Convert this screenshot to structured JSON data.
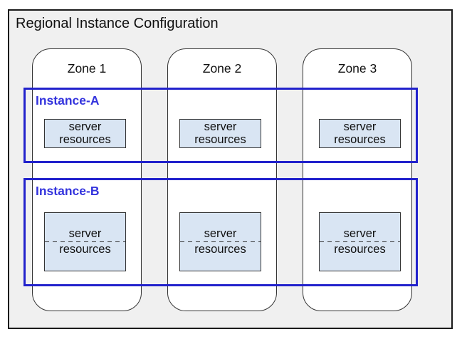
{
  "title": "Regional Instance Configuration",
  "zones": [
    {
      "label": "Zone 1"
    },
    {
      "label": "Zone 2"
    },
    {
      "label": "Zone 3"
    }
  ],
  "instances": [
    {
      "label": "Instance-A"
    },
    {
      "label": "Instance-B"
    }
  ],
  "server_box": {
    "line1": "server",
    "line2": "resources"
  },
  "colors": {
    "region_fill": "#f0f0f0",
    "region_border": "#1a1a1a",
    "zone_fill": "#ffffff",
    "zone_border": "#333333",
    "instance_border": "#2222cc",
    "instance_label": "#3333dd",
    "server_box_fill": "#d9e5f3",
    "text": "#111111"
  }
}
